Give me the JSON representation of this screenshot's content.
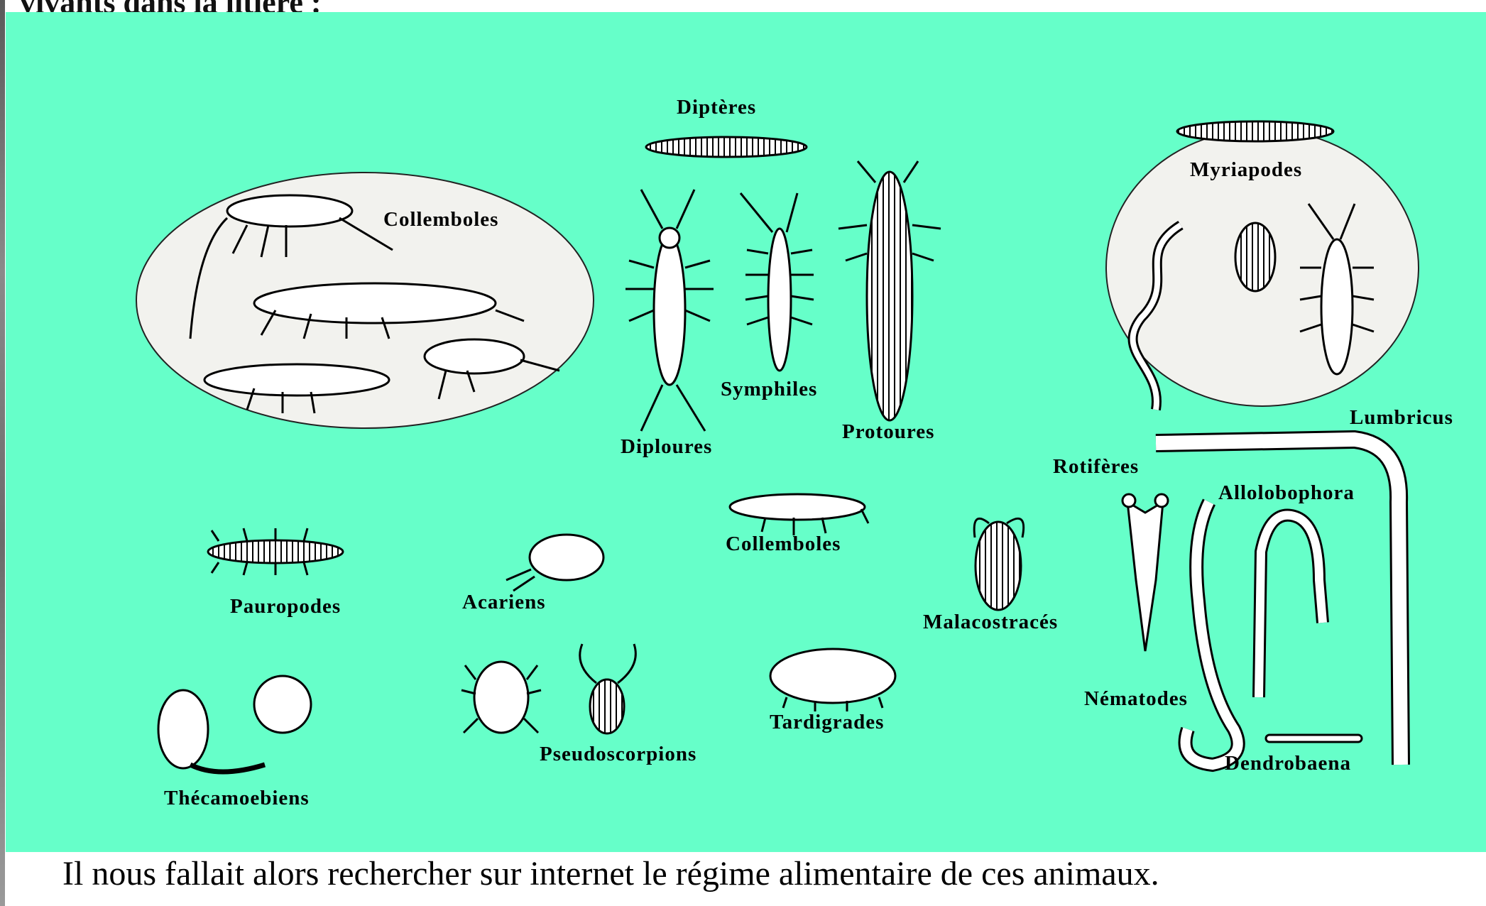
{
  "header_fragment": "vivants dans la litière :",
  "caption": "Il nous fallait alors rechercher sur internet le régime alimentaire de ces animaux.",
  "colors": {
    "panel_background": "#66ffc9",
    "oval_fill": "#f2f2ee",
    "ink": "#000000"
  },
  "labels": {
    "collemboles_group": "Collemboles",
    "dipteres": "Diptères",
    "myriapodes": "Myriapodes",
    "symphiles": "Symphiles",
    "diploures": "Diploures",
    "protoures": "Protoures",
    "lumbricus": "Lumbricus",
    "rotiferes": "Rotifères",
    "allolobophora": "Allolobophora",
    "collemboles_single": "Collemboles",
    "pauropodes": "Pauropodes",
    "acariens": "Acariens",
    "malacostraces": "Malacostracés",
    "nematodes": "Nématodes",
    "tardigrades": "Tardigrades",
    "pseudoscorpions": "Pseudoscorpions",
    "thecamoebiens": "Thécamoebiens",
    "dendrobaena": "Dendrobaena"
  },
  "icons": [
    "collembole-icon",
    "dipteres-larva-icon",
    "diploure-icon",
    "symphile-icon",
    "protoure-icon",
    "myriapode-icon",
    "lumbricus-worm-icon",
    "allolobophora-worm-icon",
    "nematode-icon",
    "rotifere-icon",
    "malacostrace-icon",
    "tardigrade-icon",
    "acarien-icon",
    "pseudoscorpion-icon",
    "pauropode-icon",
    "thecamoebien-icon",
    "dendrobaena-icon"
  ]
}
